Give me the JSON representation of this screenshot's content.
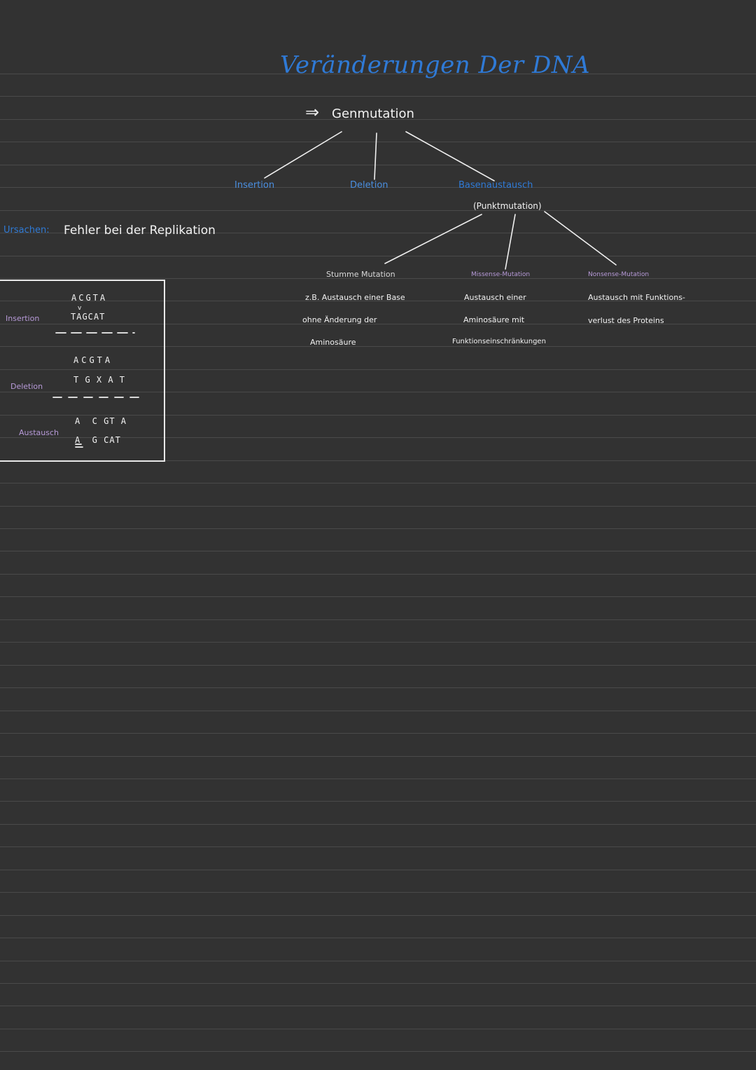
{
  "title": "Veränderungen Der DNA",
  "root": {
    "arrow": "⇒",
    "label": "Genmutation"
  },
  "branches": {
    "insertion": "Insertion",
    "deletion": "Deletion",
    "basenaustausch": "Basenaustausch",
    "punktmutation": "(Punktmutation)"
  },
  "ursachen": {
    "label": "Ursachen:",
    "text": "Fehler bei der Replikation"
  },
  "mutations": {
    "stumme": {
      "heading": "Stumme Mutation",
      "lines": [
        "z.B. Austausch einer Base",
        "ohne Änderung der",
        "Aminosäure"
      ]
    },
    "missense": {
      "heading": "Missense-Mutation",
      "lines": [
        "Austausch einer",
        "Aminosäure mit",
        "Funktionseinschränkungen"
      ]
    },
    "nonsense": {
      "heading": "Nonsense-Mutation",
      "lines": [
        "Austausch mit Funktions-",
        "verlust des Proteins"
      ]
    }
  },
  "examples": {
    "insertion": {
      "label": "Insertion",
      "top": "ACGTA",
      "caret": "v",
      "bottom": "TAGCAT"
    },
    "deletion": {
      "label": "Deletion",
      "top": "ACGTA",
      "bottom": "T G X A T"
    },
    "austausch": {
      "label": "Austausch",
      "top": "A  C GT A",
      "bottom": "A  G CAT"
    }
  }
}
